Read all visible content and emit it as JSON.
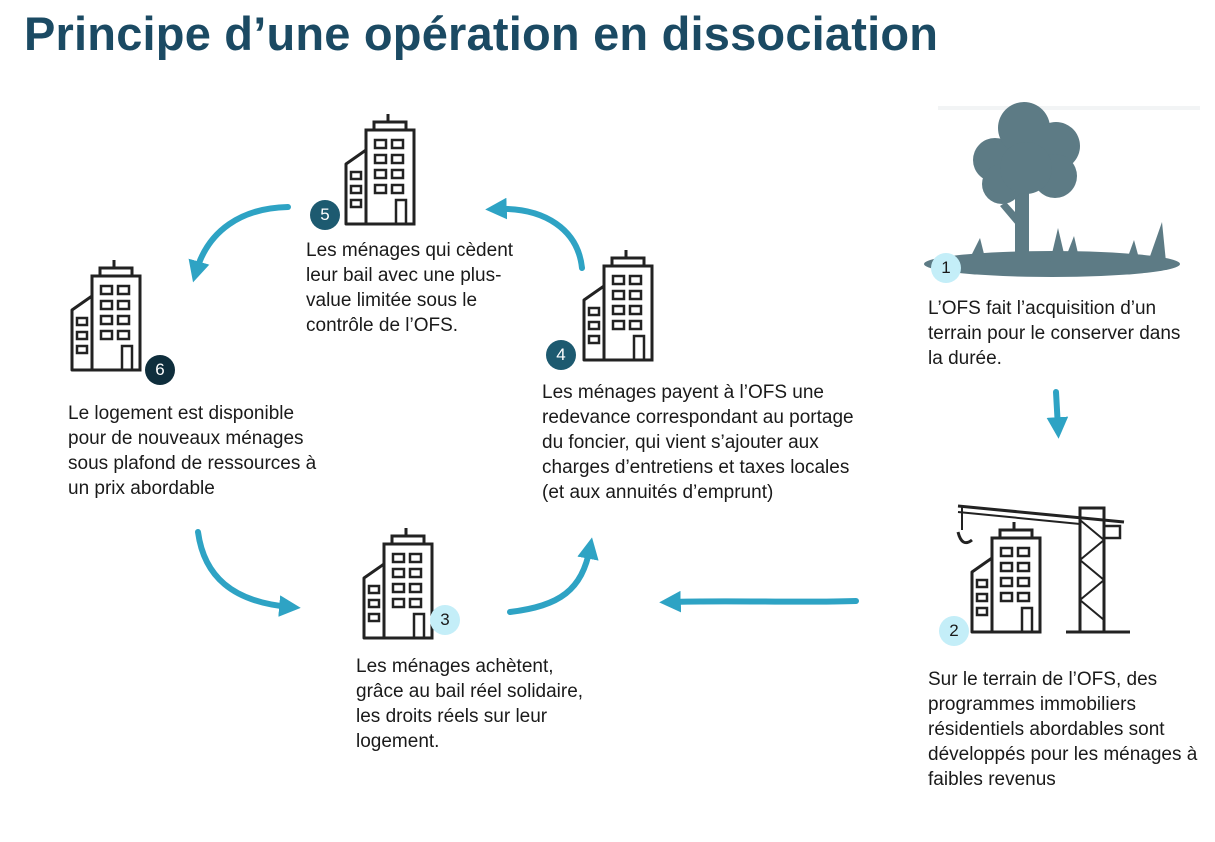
{
  "title": "Principe d’une opération en dissociation",
  "colors": {
    "title": "#1b4a63",
    "arrow": "#2ea3c4",
    "badge_light": "#c4eef8",
    "badge_dark": "#0f2e3c",
    "badge_mid": "#1d5a70",
    "tree": "#5d7b85"
  },
  "steps": [
    {
      "number": "1",
      "icon": "tree-land-icon",
      "text": "L’OFS fait l’acquisition d’un terrain pour le conserver dans la durée."
    },
    {
      "number": "2",
      "icon": "building-crane-icon",
      "text": "Sur le terrain de l’OFS, des programmes immobiliers résidentiels abordables sont développés pour les ménages à faibles revenus"
    },
    {
      "number": "3",
      "icon": "building-icon",
      "text": "Les ménages achètent, grâce au bail réel solidaire, les droits réels sur leur logement."
    },
    {
      "number": "4",
      "icon": "building-icon",
      "text": "Les ménages payent à l’OFS une redevance correspondant au portage du foncier, qui vient s’ajouter aux charges d’entretiens et taxes locales (et aux annuités d’emprunt)"
    },
    {
      "number": "5",
      "icon": "building-icon",
      "text": "Les ménages qui cèdent leur bail avec une plus-value limitée sous le contrôle de l’OFS."
    },
    {
      "number": "6",
      "icon": "building-icon",
      "text": "Le logement est disponible pour de nouveaux ménages sous plafond de ressources à un prix abordable"
    }
  ]
}
